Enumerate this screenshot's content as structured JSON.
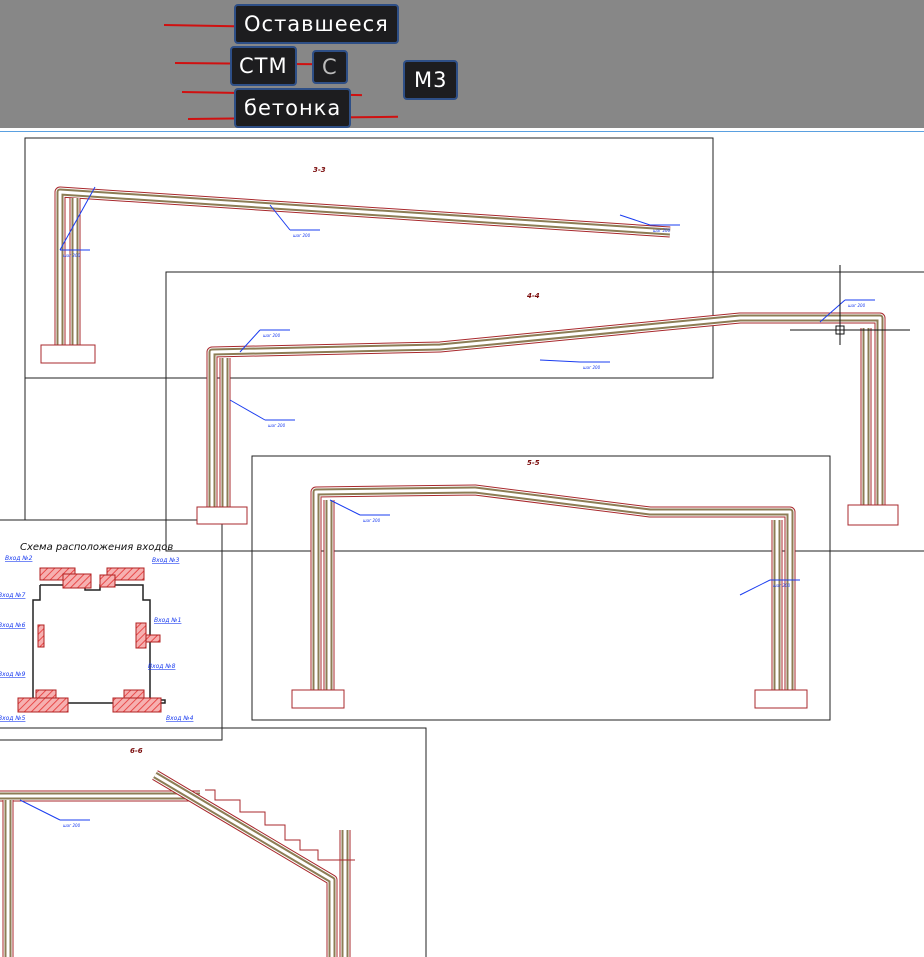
{
  "overlay": {
    "label_remaining": "Оставшееся",
    "label_stm": "СТМ",
    "label_road": "бетонка",
    "label_unit": "М3",
    "ghost_letter": "С"
  },
  "sections": {
    "s3": "3-3",
    "s4": "4-4",
    "s5": "5-5",
    "s6": "6-6"
  },
  "schema": {
    "title": "Схема расположения входов",
    "entrances": [
      "Вход №2",
      "Вход №3",
      "Вход №7",
      "Вход №6",
      "Вход №1",
      "Вход №8",
      "Вход №9",
      "Вход №5",
      "Вход №4"
    ]
  },
  "rebar_note": "шаг 200",
  "colors": {
    "beam": "#8c7d55",
    "outline": "#a8282c",
    "annotation": "#1a3cf0",
    "section_title": "#7a0b0b",
    "hatch": "#e84a4a"
  }
}
